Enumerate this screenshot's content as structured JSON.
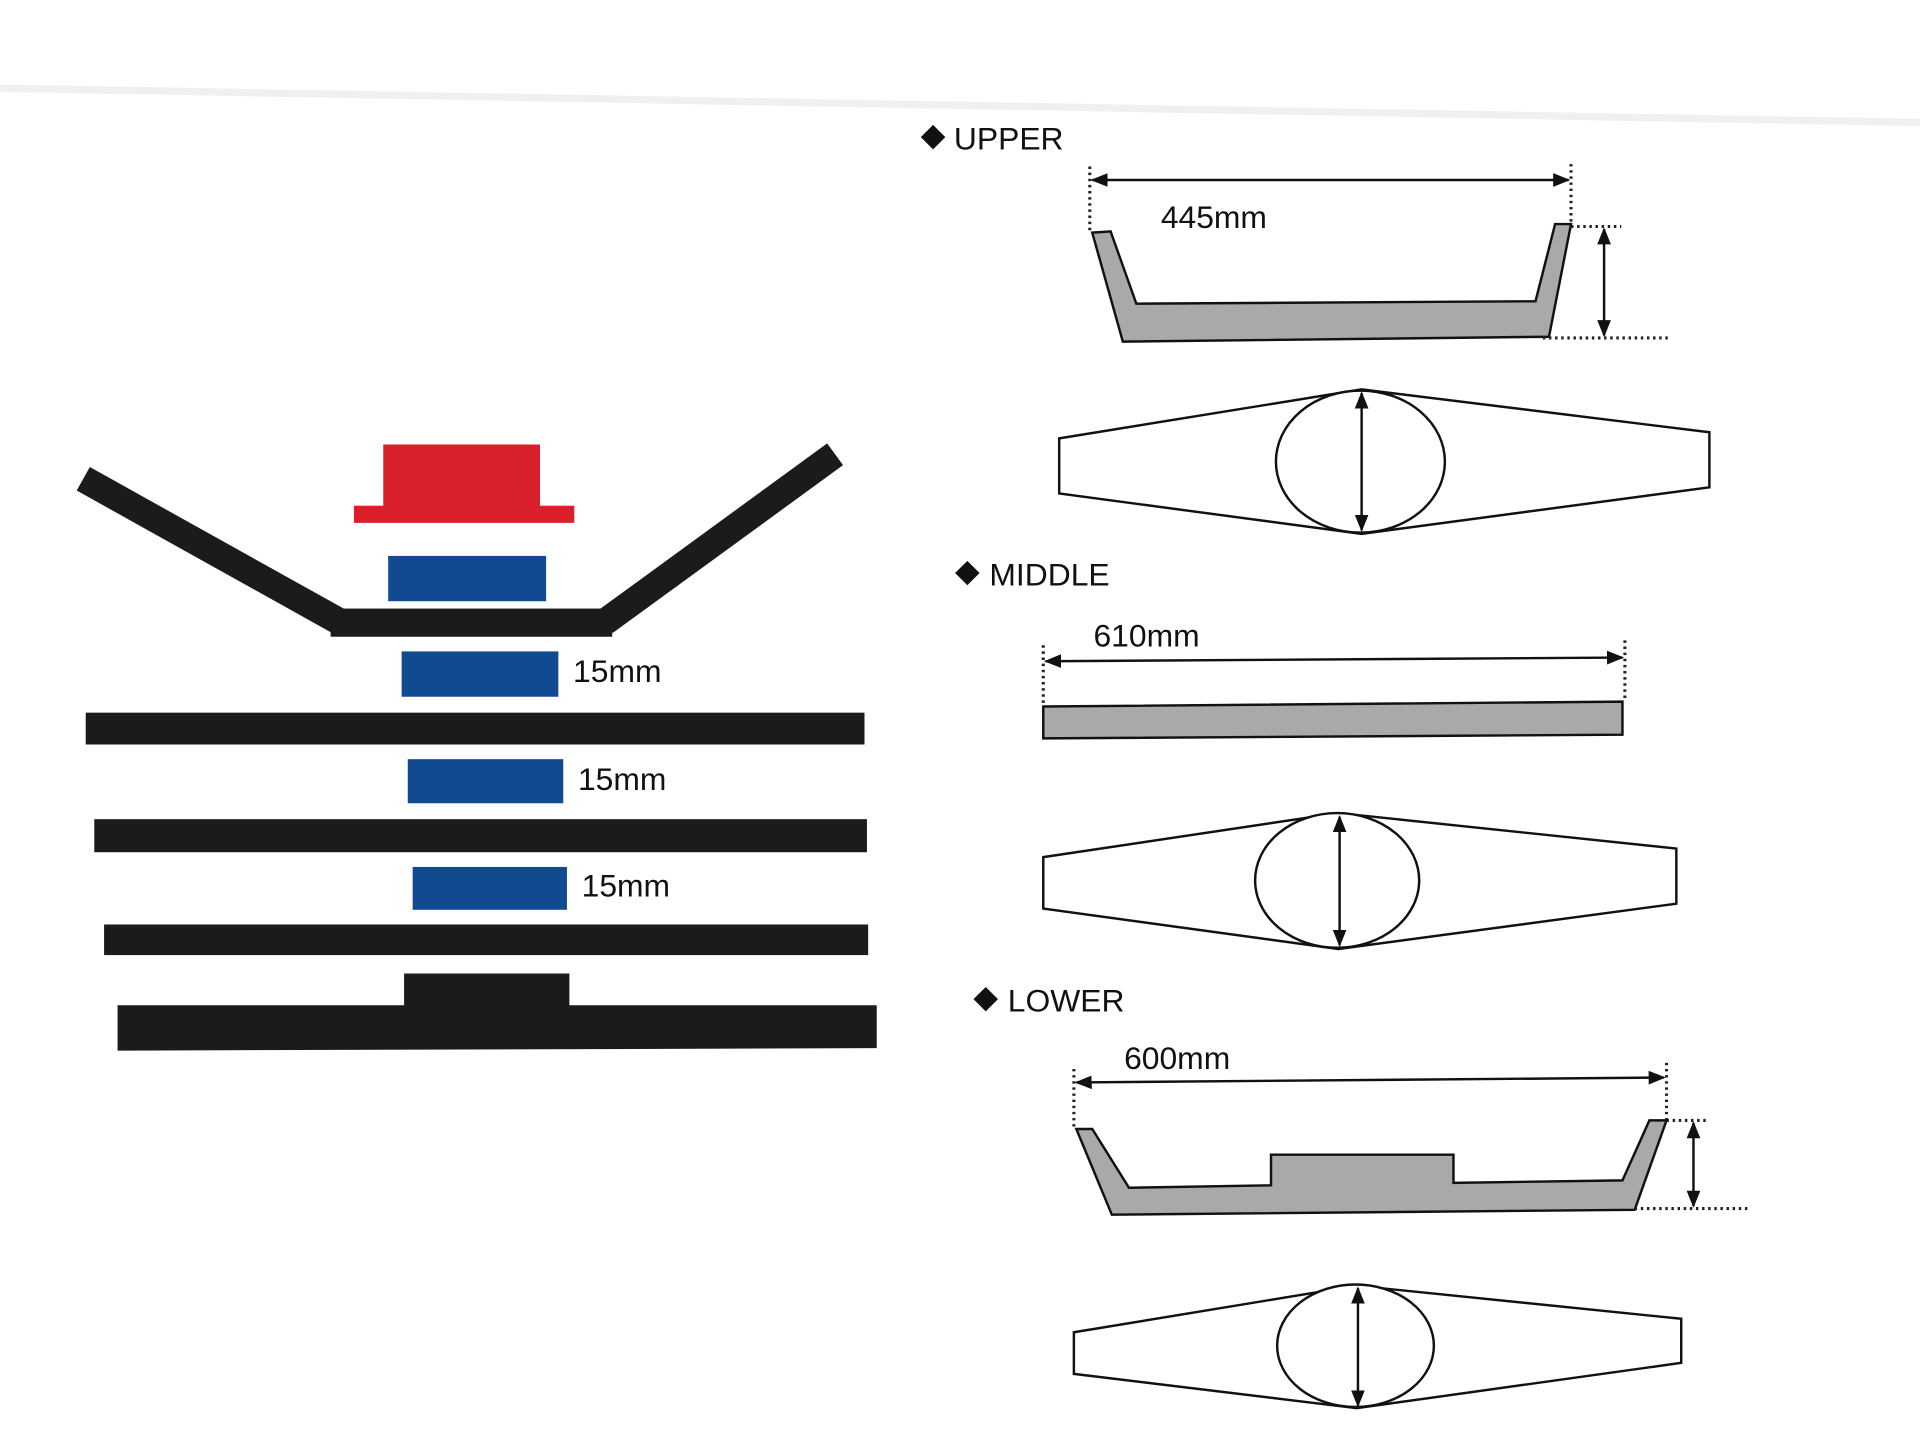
{
  "left_diagram": {
    "spacer_labels": [
      "15mm",
      "15mm",
      "15mm"
    ],
    "colors": {
      "bar": "#1b1b1b",
      "red_block": "#d9202a",
      "blue_block": "#114a90"
    }
  },
  "right_diagram": {
    "sections": [
      {
        "title": "UPPER",
        "width_label": "445mm"
      },
      {
        "title": "MIDDLE",
        "width_label": "610mm"
      },
      {
        "title": "LOWER",
        "width_label": "600mm"
      }
    ],
    "bullet_icon": "diamond-icon",
    "colors": {
      "profile_fill": "#a9a9a9"
    }
  }
}
